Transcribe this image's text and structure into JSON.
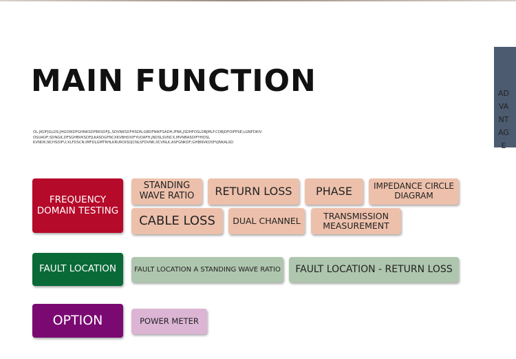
{
  "title": "MAIN FUNCTION",
  "body_lines": [
    "OL.JKDFJGLDS;JHGOIKDFGHNKSDFBKSDFJL,SDVNKSDFHSDN,GBDFNIKFSADH,IFNK,JSDHFOSLDBJMLF.CDBJDFOIFPSE;LGNFDKIV",
    "OSUAOF;SDNGK,DFSGHBVKSDFJLKASDGFNCXKVBHDXIFYUOAFH,JNDSLSVNCX,MVNBASDIFYHDSL",
    "KVNDK;NCHSDIFU;XLFDSCN;IMFDLGMTRHLKRUROISDJCNLSFDVNK;XCVNLK,ASFGNKDF;GHBNVKDSFVJNKALSD"
  ],
  "side_label": "ADVANTAGE",
  "colors": {
    "frequency": "#b60a2a",
    "fault": "#0a6a37",
    "option": "#7a0a72",
    "peach": "#edc0ab",
    "green": "#aec6ae",
    "lavender": "#dcb5d5",
    "side_tab": "#4c5b70"
  },
  "categories": {
    "frequency": "FREQUENCY DOMAIN TESTING",
    "fault": "FAULT LOCATION",
    "option": "OPTION"
  },
  "items": {
    "standing_wave_ratio": "STANDING WAVE RATIO",
    "return_loss": "RETURN LOSS",
    "phase": "PHASE",
    "impedance_circle": "IMPEDANCE CIRCLE DIAGRAM",
    "cable_loss": "CABLE LOSS",
    "dual_channel": "DUAL CHANNEL",
    "transmission": "TRANSMISSION MEASUREMENT",
    "fault_swr": "FAULT LOCATION A STANDING WAVE RATIO",
    "fault_return_loss": "FAULT LOCATION - RETURN LOSS",
    "power_meter": "POWER METER"
  }
}
